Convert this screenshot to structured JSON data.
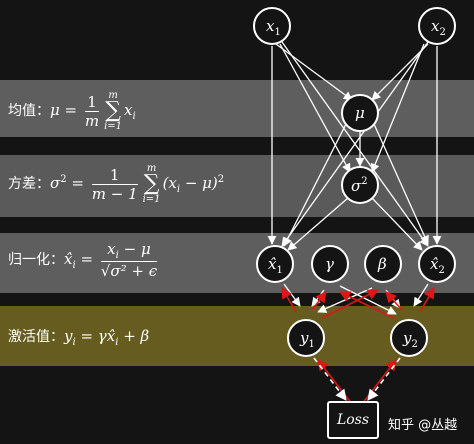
{
  "bands": {
    "mean": {
      "label": "均值：",
      "lhs": "μ = ",
      "frac_num": "1",
      "frac_den": "m",
      "sum_top": "m",
      "sum_bottom": "i=1",
      "term": "x",
      "term_sub": "i"
    },
    "variance": {
      "label": "方差：",
      "lhs": "σ",
      "lhs_sup": "2",
      "eq": " = ",
      "frac_num": "1",
      "frac_den": "m − 1",
      "sum_top": "m",
      "sum_bottom": "i=1",
      "term": "(x",
      "term_sub": "i",
      "term_rest": " − μ)",
      "term_sup": "2"
    },
    "normalize": {
      "label": "归一化：",
      "lhs": "x̂",
      "lhs_sub": "i",
      "eq": " = ",
      "frac_num": "x",
      "frac_num_sub": "i",
      "frac_num_rest": " − μ",
      "frac_den": "√σ² + ϵ"
    },
    "scale_shift": {
      "label": "激活值：",
      "lhs": "y",
      "lhs_sub": "i",
      "rhs": " = γx̂",
      "rhs_sub": "i",
      "rhs_rest": " + β"
    }
  },
  "nodes": {
    "x1": {
      "base": "x",
      "sub": "1"
    },
    "x2": {
      "base": "x",
      "sub": "2"
    },
    "mu": {
      "base": "μ"
    },
    "sigma2": {
      "base": "σ",
      "sup": "2"
    },
    "xhat1": {
      "base": "x̂",
      "sub": "1"
    },
    "gamma": {
      "base": "γ"
    },
    "beta": {
      "base": "β"
    },
    "xhat2": {
      "base": "x̂",
      "sub": "2"
    },
    "y1": {
      "base": "y",
      "sub": "1"
    },
    "y2": {
      "base": "y",
      "sub": "2"
    }
  },
  "loss": {
    "label": "Loss"
  },
  "watermark": {
    "text": "知乎 @丛越"
  },
  "colors": {
    "forward_edge": "#ffffff",
    "gradient_edge": "#e01515",
    "node_fill": "#141414",
    "band_gray": "#5e5e5e",
    "band_olive": "#665c20"
  }
}
